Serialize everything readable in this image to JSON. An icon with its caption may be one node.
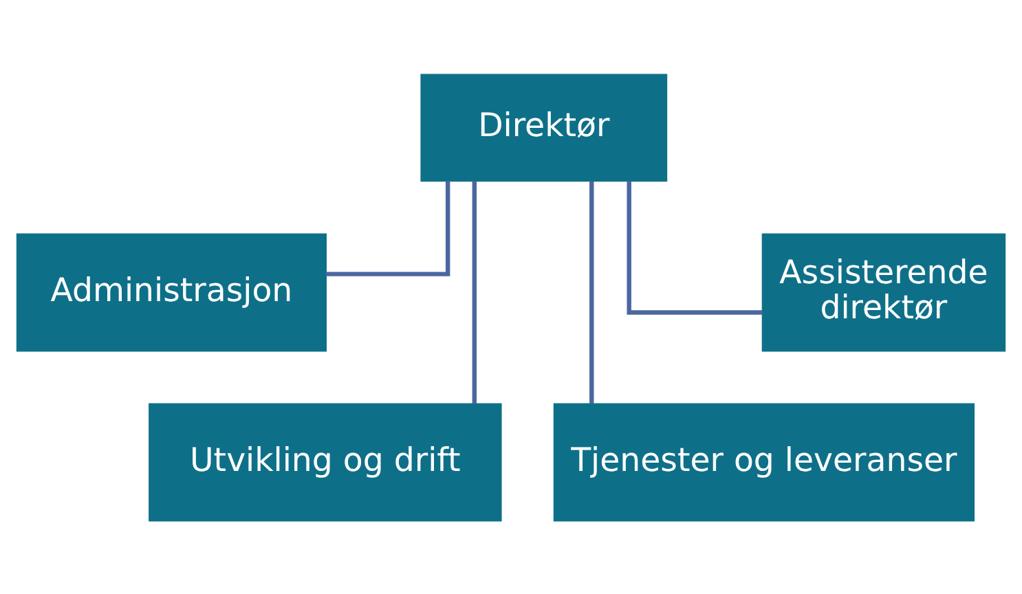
{
  "diagram": {
    "nodes": [
      {
        "text": [
          "Direktør"
        ]
      },
      {
        "text": [
          "Administrasjon"
        ]
      },
      {
        "text": [
          "Assisterende direktør"
        ]
      },
      {
        "text": [
          "Utvikling og drift"
        ]
      },
      {
        "text": [
          "Tjenester og leveranser"
        ]
      }
    ],
    "edges": [
      {
        "from": 0,
        "to": 1,
        "arrow": "none"
      },
      {
        "from": 0,
        "to": 3,
        "arrow": "none"
      },
      {
        "from": 0,
        "to": 4,
        "arrow": "none"
      },
      {
        "from": 0,
        "to": 2,
        "arrow": "none"
      }
    ]
  }
}
